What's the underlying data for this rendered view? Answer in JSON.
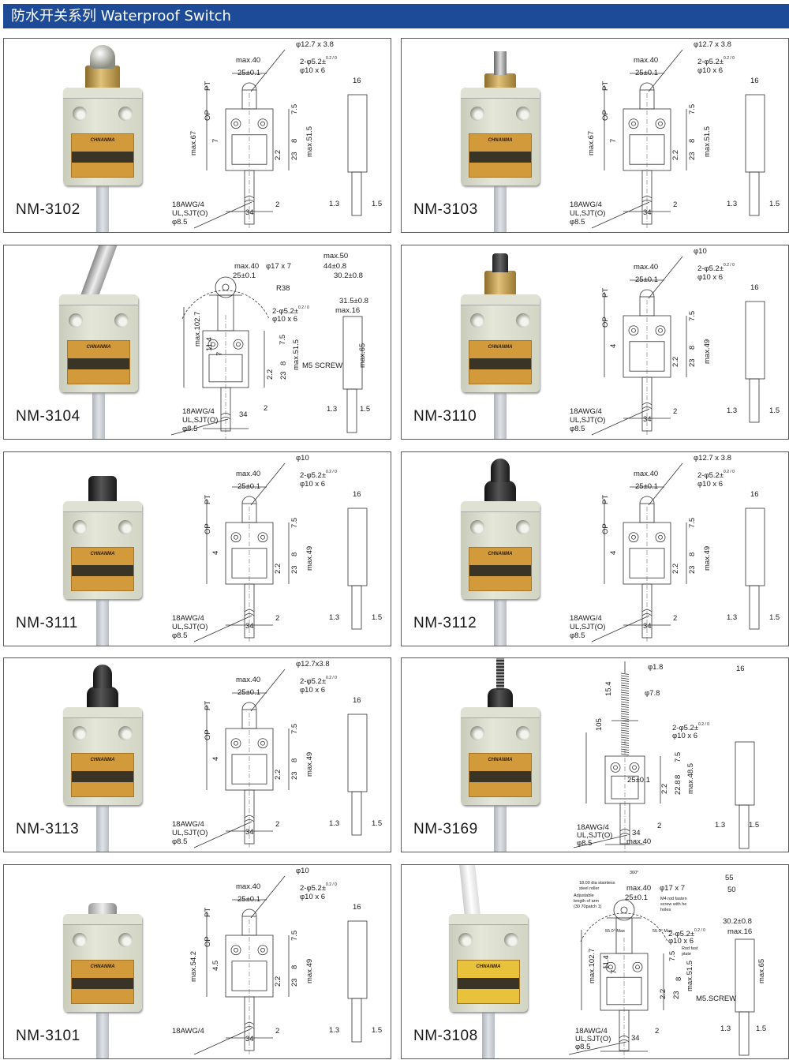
{
  "header": {
    "title": "防水开关系列 Waterproof Switch"
  },
  "colors": {
    "header": "#1d4b98",
    "tag": "#d39a3c"
  },
  "brand": "CHNANMA",
  "panels": [
    {
      "model": "NM-3102",
      "actuator": "roller-plunger-brass",
      "variant": "std",
      "labels": {
        "phi_top": "φ12.7 x 3.8",
        "max_w": "max.40",
        "tol": "25±0.1",
        "holes": "2-φ5.2±",
        "hole_tol": "0.2 / 0",
        "hole_dia": "φ10 x 6",
        "pt": "PT",
        "op": "OP",
        "height": "max.67",
        "d7": "7",
        "d7_5": "7.5",
        "d8": "8",
        "d2_2": "2.2",
        "d23": "23",
        "max_h": "max.51.5",
        "side_w": "16",
        "cable1": "18AWG/4",
        "cable2": "UL,SJT(O)",
        "cable3": "φ8.5",
        "w34": "34",
        "w2": "2",
        "s13": "1.3",
        "s15": "1.5"
      }
    },
    {
      "model": "NM-3103",
      "actuator": "pin-roller-brass",
      "variant": "std",
      "labels": {
        "phi_top": "φ12.7 x 3.8",
        "max_w": "max.40",
        "tol": "25±0.1",
        "holes": "2-φ5.2±",
        "hole_tol": "0.2 / 0",
        "hole_dia": "φ10 x 6",
        "pt": "PT",
        "op": "OP",
        "height": "max.67",
        "d7": "7",
        "d7_5": "7.5",
        "d8": "8",
        "d2_2": "2.2",
        "d23": "23",
        "max_h": "max.51.5",
        "side_w": "16",
        "cable1": "18AWG/4",
        "cable2": "UL,SJT(O)",
        "cable3": "φ8.5",
        "w34": "34",
        "w2": "2",
        "s13": "1.3",
        "s15": "1.5"
      }
    },
    {
      "model": "NM-3104",
      "actuator": "roller-lever",
      "variant": "lever",
      "labels": {
        "max_w": "max.40",
        "phi_top": "φ17 x 7",
        "tol": "25±0.1",
        "r38": "R38",
        "holes": "2-φ5.2±",
        "hole_tol": "0.2 / 0",
        "hole_dia": "φ10 x 6",
        "height": "max.102.7",
        "d11_4": "11.4",
        "d7": "7",
        "d7_5": "7.5",
        "d8": "8",
        "d2_2": "2.2",
        "d23": "23",
        "max_h": "max.51.5",
        "side_max50": "max.50",
        "side_44": "44±0.8",
        "side_30": "30.2±0.8",
        "side_31": "31.5±0.8",
        "side_w": "max.16",
        "side_h": "max.65",
        "screw": "M5 SCREW",
        "cable1": "18AWG/4",
        "cable2": "UL,SJT(O)",
        "cable3": "φ8.5",
        "w34": "34",
        "w2": "2",
        "s13": "1.3",
        "s15": "1.5"
      }
    },
    {
      "model": "NM-3110",
      "actuator": "plunger-brass",
      "variant": "std",
      "labels": {
        "phi_top": "φ10",
        "max_w": "max.40",
        "tol": "25±0.1",
        "holes": "2-φ5.2±",
        "hole_tol": "0.2 / 0",
        "hole_dia": "φ10 x 6",
        "pt": "PT",
        "op": "OP",
        "d4": "4",
        "d7_5": "7.5",
        "d8": "8",
        "d2_2": "2.2",
        "d23": "23",
        "max_h": "max.49",
        "side_w": "16",
        "cable1": "18AWG/4",
        "cable2": "UL,SJT(O)",
        "cable3": "φ8.5",
        "w34": "34",
        "w2": "2",
        "s13": "1.3",
        "s15": "1.5"
      }
    },
    {
      "model": "NM-3111",
      "actuator": "plunger-rubber",
      "variant": "std",
      "labels": {
        "phi_top": "φ10",
        "max_w": "max.40",
        "tol": "25±0.1",
        "holes": "2-φ5.2±",
        "hole_tol": "0.2 / 0",
        "hole_dia": "φ10 x 6",
        "pt": "PT",
        "op": "OP",
        "d4": "4",
        "d7_5": "7.5",
        "d8": "8",
        "d2_2": "2.2",
        "d23": "23",
        "max_h": "max.49",
        "side_w": "16",
        "cable1": "18AWG/4",
        "cable2": "UL,SJT(O)",
        "cable3": "φ8.5",
        "w34": "34",
        "w2": "2",
        "s13": "1.3",
        "s15": "1.5"
      }
    },
    {
      "model": "NM-3112",
      "actuator": "roller-plunger-rubber",
      "variant": "std",
      "labels": {
        "phi_top": "φ12.7 x 3.8",
        "max_w": "max.40",
        "tol": "25±0.1",
        "holes": "2-φ5.2±",
        "hole_tol": "0.2 / 0",
        "hole_dia": "φ10 x 6",
        "pt": "PT",
        "op": "OP",
        "d4": "4",
        "d7_5": "7.5",
        "d8": "8",
        "d2_2": "2.2",
        "d23": "23",
        "max_h": "max.49",
        "side_w": "16",
        "cable1": "18AWG/4",
        "cable2": "UL,SJT(O)",
        "cable3": "φ8.5",
        "w34": "34",
        "w2": "2",
        "s13": "1.3",
        "s15": "1.5"
      }
    },
    {
      "model": "NM-3113",
      "actuator": "cross-roller-rubber",
      "variant": "std",
      "labels": {
        "phi_top": "φ12.7x3.8",
        "max_w": "max.40",
        "tol": "25±0.1",
        "holes": "2-φ5.2±",
        "hole_tol": "0.2 / 0",
        "hole_dia": "φ10 x 6",
        "pt": "PT",
        "op": "OP",
        "d4": "4",
        "d7_5": "7.5",
        "d8": "8",
        "d2_2": "2.2",
        "d23": "23",
        "max_h": "max.49",
        "side_w": "16",
        "cable1": "18AWG/4",
        "cable2": "UL,SJT(O)",
        "cable3": "φ8.5",
        "w34": "34",
        "w2": "2",
        "s13": "1.3",
        "s15": "1.5"
      }
    },
    {
      "model": "NM-3169",
      "actuator": "spring-wire",
      "variant": "spring",
      "labels": {
        "phi18": "φ1.8",
        "d15_4": "15.4",
        "phi78": "φ7.8",
        "d105": "105",
        "holes": "2-φ5.2±",
        "hole_tol": "0.2 / 0",
        "hole_dia": "φ10 x 6",
        "d7_5": "7.5",
        "d8": "8",
        "tol": "25±0.1",
        "d2_2": "2.2",
        "d22_8": "22.8",
        "max_h": "max.48.5",
        "side_w": "16",
        "cable1": "18AWG/4",
        "cable2": "UL,SJT(O)",
        "cable3": "φ8.5",
        "w34": "34",
        "w2": "2",
        "max_w": "max.40",
        "s13": "1.3",
        "s15": "1.5"
      }
    },
    {
      "model": "NM-3101",
      "actuator": "short-plunger",
      "variant": "std",
      "labels": {
        "phi_top": "φ10",
        "max_w": "max.40",
        "tol": "25±0.1",
        "holes": "2-φ5.2±",
        "hole_tol": "0.2 / 0",
        "hole_dia": "φ10 x 6",
        "pt": "PT",
        "op": "OP",
        "height": "max.54.2",
        "d4_5": "4.5",
        "d7_5": "7.5",
        "d8": "8",
        "d2_2": "2.2",
        "d23": "23",
        "max_h": "max.49",
        "side_w": "16",
        "cable1": "18AWG/4",
        "w34": "34",
        "w2": "2",
        "s13": "1.3",
        "s15": "1.5"
      }
    },
    {
      "model": "NM-3108",
      "actuator": "adjustable-roller-lever",
      "variant": "adjust",
      "labels": {
        "deg360": "360°",
        "roller_note1": "18.00 dia stainless",
        "roller_note2": "steel roller",
        "arm_note1": "Adjustable",
        "arm_note2": "length of arm",
        "arm_note3": "(30 70patch 1)",
        "max_w": "max.40",
        "phi_top": "φ17 x 7",
        "tol": "25±0.1",
        "m4_1": "M4 rod fasten",
        "m4_2": "screw with he",
        "m4_3": "holes",
        "ang1": "55.0° Max",
        "ang2": "55.0° Max",
        "holes": "2-φ5.2±",
        "hole_tol": "0.2 / 0",
        "hole_dia": "φ10 x 6",
        "height": "max.102.7",
        "d11_4": "11.4",
        "d7": "7",
        "d7_5": "7.5",
        "rodplate1": "Rod fast",
        "rodplate2": "plate",
        "d8": "8",
        "d2_2": "2.2",
        "d23": "23",
        "max_h": "max.51.5",
        "side_55": "55",
        "side_50": "50",
        "side_30": "30.2±0.8",
        "side_w": "max.16",
        "side_h": "max.65",
        "screw": "M5.SCREW",
        "cable1": "18AWG/4",
        "cable2": "UL,SJT(O)",
        "cable3": "φ8.5",
        "w34": "34",
        "w2": "2",
        "s13": "1.3",
        "s15": "1.5"
      }
    }
  ]
}
